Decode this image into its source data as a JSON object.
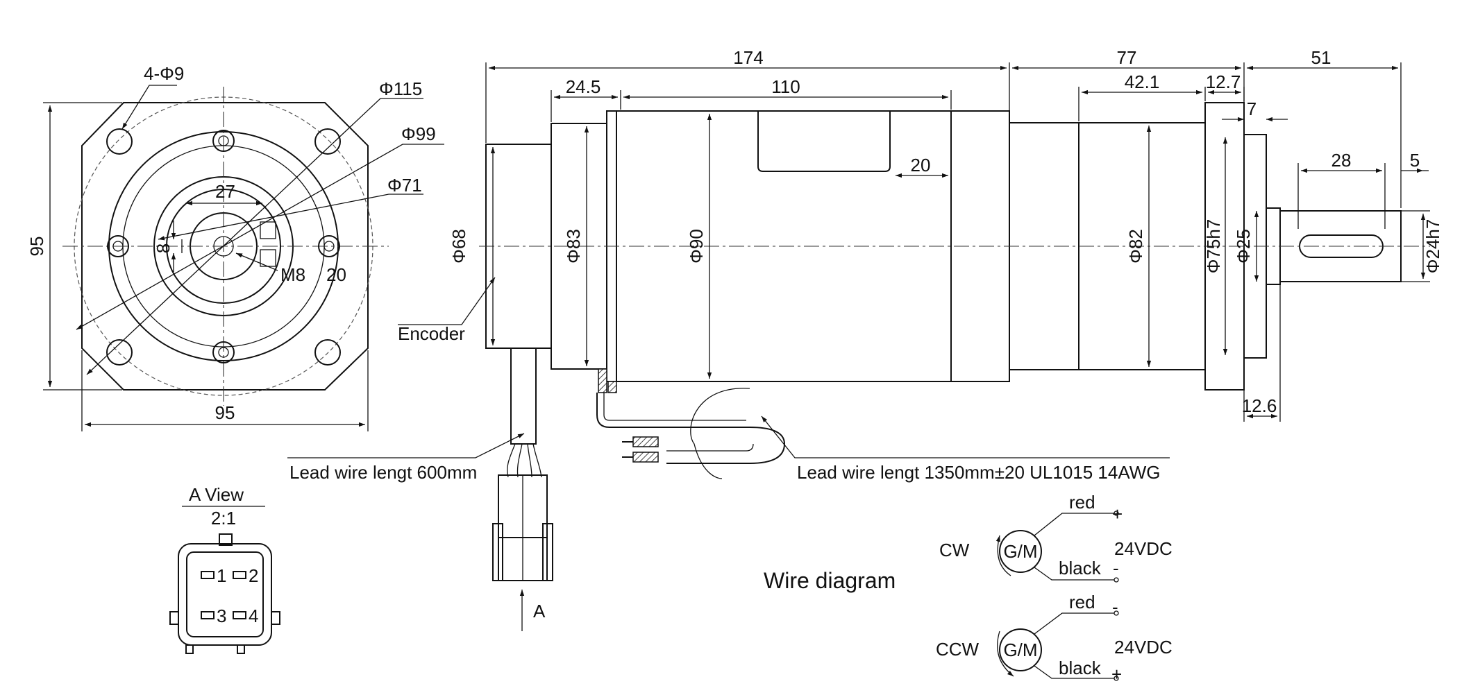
{
  "front_view": {
    "bolt_holes": "4-Φ9",
    "d115": "Φ115",
    "d99": "Φ99",
    "d71": "Φ71",
    "d27": "27",
    "d8": "8",
    "thread": "M8",
    "d20": "20",
    "height": "95",
    "width": "95"
  },
  "side_view": {
    "total_motor": "174",
    "gearbox": "77",
    "shaft_ext": "51",
    "brake": "24.5",
    "body": "110",
    "g42": "42.1",
    "flange_t": "12.7",
    "pilot": "7",
    "key_len": "28",
    "key_off": "5",
    "window": "20",
    "d68": "Φ68",
    "d83": "Φ83",
    "d90": "Φ90",
    "d82": "Φ82",
    "d75": "Φ75h7",
    "d25": "Φ25",
    "d24": "Φ24h7",
    "f126": "12.6",
    "encoder": "Encoder",
    "lead_short": "Lead wire lengt 600mm",
    "lead_long": "Lead wire lengt 1350mm±20 UL1015 14AWG",
    "view_marker": "A"
  },
  "connector": {
    "view_label": "A   View",
    "scale": "2:1",
    "pins": [
      "1",
      "2",
      "3",
      "4"
    ]
  },
  "wire_diagram": {
    "title": "Wire diagram",
    "cw": {
      "label": "CW",
      "motor": "G/M",
      "top_wire": "red",
      "top_sign": "+",
      "bottom_wire": "black",
      "bottom_sign": "-",
      "voltage": "24VDC"
    },
    "ccw": {
      "label": "CCW",
      "motor": "G/M",
      "top_wire": "red",
      "top_sign": "-",
      "bottom_wire": "black",
      "bottom_sign": "+",
      "voltage": "24VDC"
    }
  }
}
